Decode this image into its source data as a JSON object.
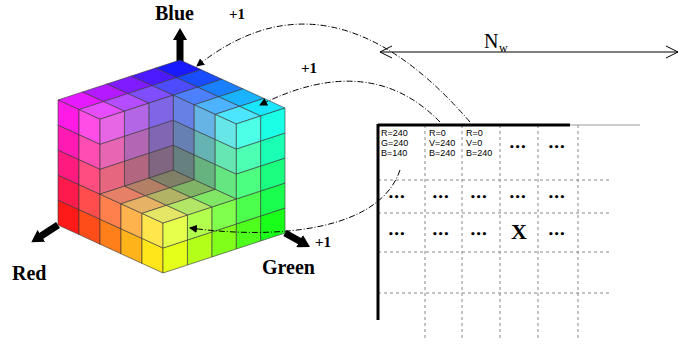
{
  "diagram": {
    "labels": [
      "Blue",
      "+1",
      "+1",
      "N",
      "w",
      "R=240 G=240 B=140",
      "R=0 V=240 B=240",
      "R=0 V=0 B=240",
      "•••",
      "•••",
      "•••",
      "•••",
      "•••",
      "•••",
      "•••",
      "•••",
      "•••",
      "•••",
      "X",
      "•••",
      "+1",
      "Red",
      "Green"
    ]
  }
}
